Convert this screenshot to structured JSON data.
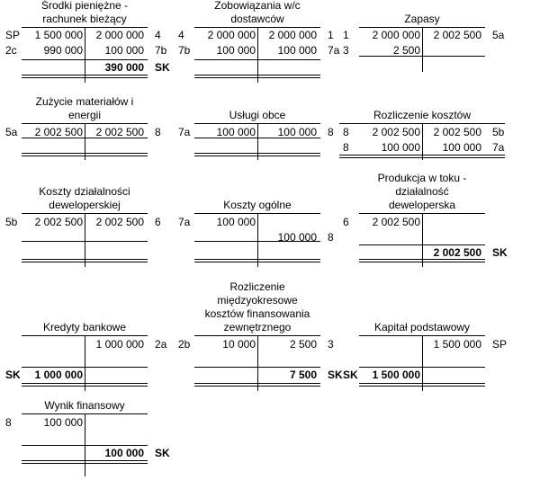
{
  "accounts": [
    {
      "id": "srodki-pieniezne",
      "title": "Środki pieniężne -\nrachunek bieżący",
      "rows": [
        {
          "lm": "SP",
          "l": "1 500 000",
          "r": "2 000 000",
          "rm": "4"
        },
        {
          "lm": "2c",
          "l": "990 000",
          "r": "100 000",
          "rm": "7b"
        }
      ],
      "closing": {
        "side": "right",
        "value": "390 000",
        "mark": "SK"
      }
    },
    {
      "id": "zobowiazania",
      "title": "Zobowiązania w/c\ndostawców",
      "rows": [
        {
          "lm": "4",
          "l": "2 000 000",
          "r": "2 000 000",
          "rm": "1"
        },
        {
          "lm": "7b",
          "l": "100 000",
          "r": "100 000",
          "rm": "7a"
        }
      ],
      "closing": null
    },
    {
      "id": "zapasy",
      "title": "Zapasy",
      "rows": [
        {
          "lm": "1",
          "l": "2 000 000",
          "r": "2 002 500",
          "rm": "5a"
        },
        {
          "lm": "3",
          "l": "2 500",
          "r": "",
          "rm": ""
        }
      ],
      "closing": null
    },
    {
      "id": "zuzycie",
      "title": "Zużycie materiałów i\nenergii",
      "rows": [
        {
          "lm": "5a",
          "l": "2 002 500",
          "r": "2 002 500",
          "rm": "8"
        }
      ],
      "closing": null
    },
    {
      "id": "uslugi-obce",
      "title": "Usługi obce",
      "rows": [
        {
          "lm": "7a",
          "l": "100 000",
          "r": "100 000",
          "rm": "8"
        }
      ],
      "closing": null
    },
    {
      "id": "rozliczenie-kosztow",
      "title": "Rozliczenie kosztów",
      "rows": [
        {
          "lm": "8",
          "l": "2 002 500",
          "r": "2 002 500",
          "rm": "5b"
        },
        {
          "lm": "8",
          "l": "100 000",
          "r": "100 000",
          "rm": "7a"
        }
      ],
      "closing": null
    },
    {
      "id": "koszty-dzialalnosci",
      "title": "Koszty działalności\ndeweloperskiej",
      "rows": [
        {
          "lm": "5b",
          "l": "2 002 500",
          "r": "2 002 500",
          "rm": "6"
        }
      ],
      "closing": null
    },
    {
      "id": "koszty-ogolne",
      "title": "Koszty ogólne",
      "rows": [
        {
          "lm": "7a",
          "l": "100 000",
          "r": "",
          "rm": ""
        },
        {
          "lm": "",
          "l": "",
          "r": "100 000",
          "rm": "8"
        }
      ],
      "closing": null
    },
    {
      "id": "produkcja-w-toku",
      "title": "Produkcja w toku -\ndziałalność\ndeweloperska",
      "rows": [
        {
          "lm": "6",
          "l": "2 002 500",
          "r": "",
          "rm": ""
        }
      ],
      "closing": {
        "side": "right",
        "value": "2 002 500",
        "mark": "SK"
      }
    },
    {
      "id": "kredyty-bankowe",
      "title": "Kredyty bankowe",
      "rows": [
        {
          "lm": "",
          "l": "",
          "r": "1 000 000",
          "rm": "2a"
        }
      ],
      "closing": {
        "side": "left",
        "value": "1 000 000",
        "mark": "SK"
      }
    },
    {
      "id": "rozliczenie-miedzyokresowe",
      "title": "Rozliczenie\nmiędzyokresowe\nkosztów finansowania\nzewnętrznego",
      "rows": [
        {
          "lm": "2b",
          "l": "10 000",
          "r": "2 500",
          "rm": "3"
        }
      ],
      "closing": {
        "side": "right",
        "value": "7 500",
        "mark": "SK"
      }
    },
    {
      "id": "kapital-podstawowy",
      "title": "Kapitał podstawowy",
      "rows": [
        {
          "lm": "",
          "l": "",
          "r": "1 500 000",
          "rm": "SP"
        }
      ],
      "closing": {
        "side": "left",
        "value": "1 500 000",
        "mark": "SK"
      }
    },
    {
      "id": "wynik-finansowy",
      "title": "Wynik finansowy",
      "rows": [
        {
          "lm": "8",
          "l": "100 000",
          "r": "",
          "rm": ""
        }
      ],
      "closing": {
        "side": "right",
        "value": "100 000",
        "mark": "SK"
      }
    }
  ]
}
